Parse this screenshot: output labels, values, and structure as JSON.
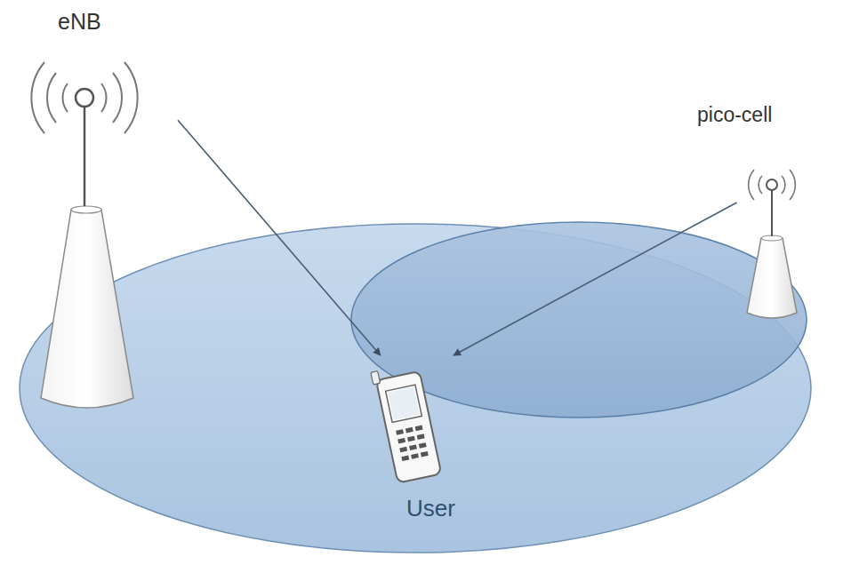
{
  "diagram": {
    "nodes": [
      {
        "text": [
          "eNB"
        ]
      },
      {
        "text": [
          "pico-cell"
        ]
      },
      {
        "text": [
          "User"
        ]
      }
    ],
    "edges": [
      {
        "from": 0,
        "to": 2,
        "arrow": "to"
      },
      {
        "from": 1,
        "to": 2,
        "arrow": "to"
      }
    ]
  }
}
